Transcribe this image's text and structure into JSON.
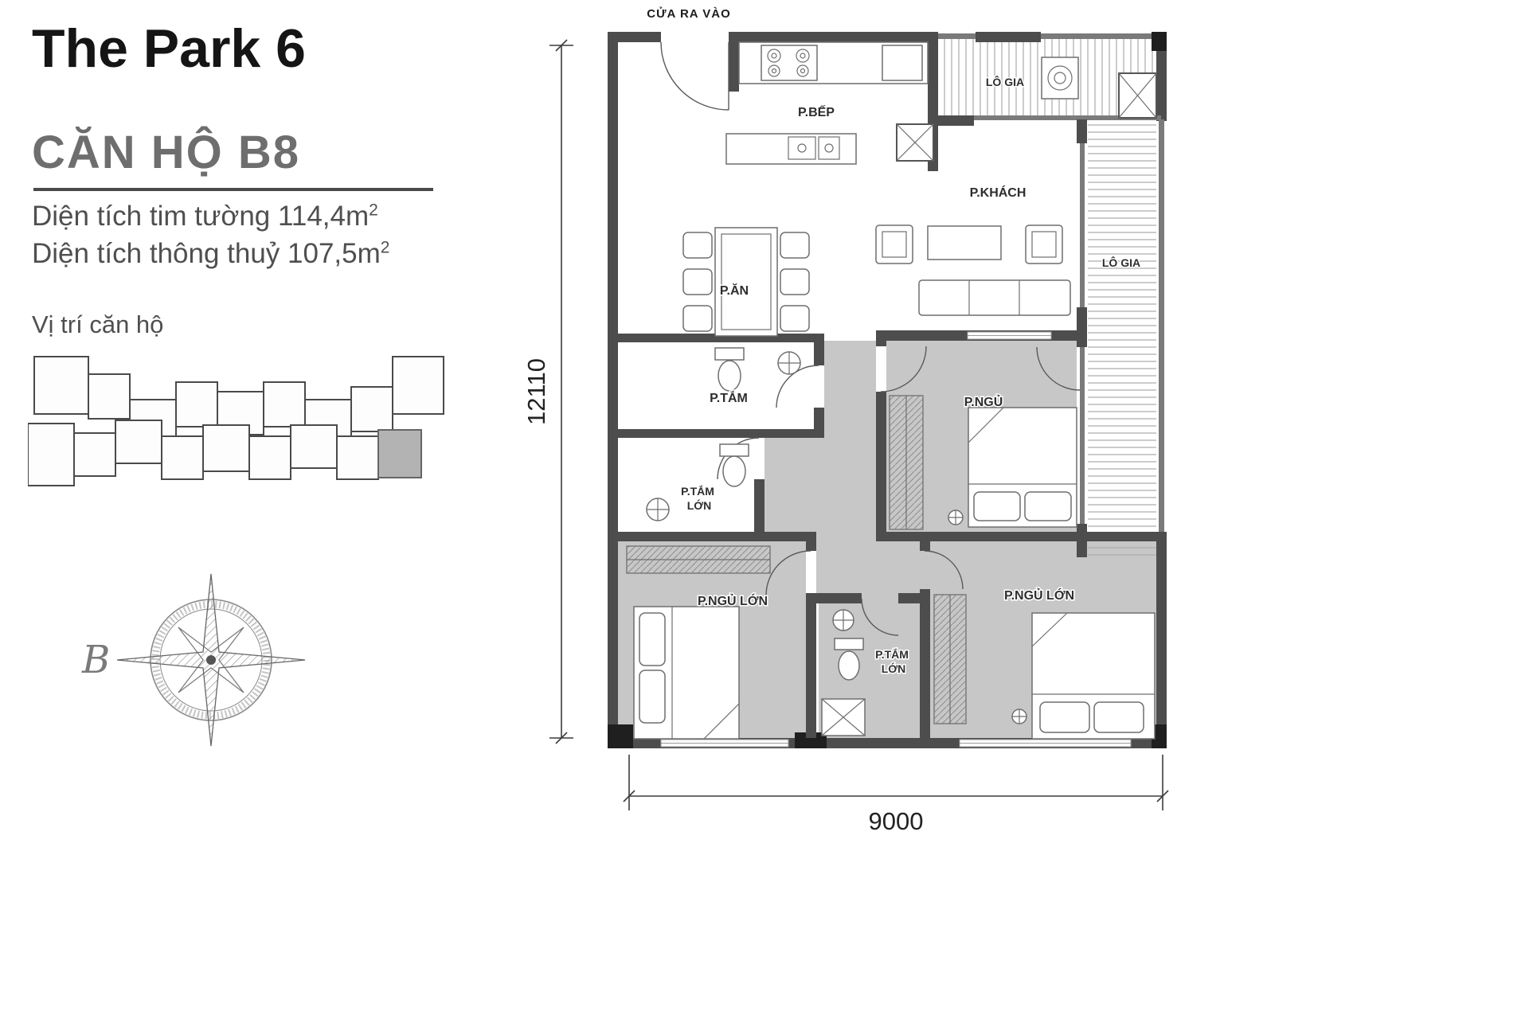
{
  "header": {
    "project_title": "The Park 6",
    "unit_title": "CĂN HỘ B8",
    "area_wall_label": "Diện tích tim tường 114,4m",
    "area_wall_sup": "2",
    "area_clear_label": "Diện tích thông thuỷ 107,5m",
    "area_clear_sup": "2",
    "location_label": "Vị trí căn hộ"
  },
  "compass": {
    "letter": "B"
  },
  "floorplan": {
    "entrance_label": "CỬA RA VÀO",
    "dim_vertical": "12110",
    "dim_horizontal": "9000",
    "rooms": {
      "kitchen": "P.BẾP",
      "loggia_top": "LÔ GIA",
      "loggia_right": "LÔ GIA",
      "living": "P.KHÁCH",
      "dining": "P.ĂN",
      "bathroom": "P.TẮM",
      "bedroom": "P.NGỦ",
      "bath_large_left_l1": "P.TẮM",
      "bath_large_left_l2": "LỚN",
      "bath_large_center_l1": "P.TẮM",
      "bath_large_center_l2": "LỚN",
      "master_left": "P.NGỦ LỚN",
      "master_right": "P.NGỦ LỚN"
    }
  },
  "colors": {
    "wall": "#4d4d4d",
    "room_gray": "#c7c7c7",
    "highlight_unit": "#b3b3b3"
  }
}
